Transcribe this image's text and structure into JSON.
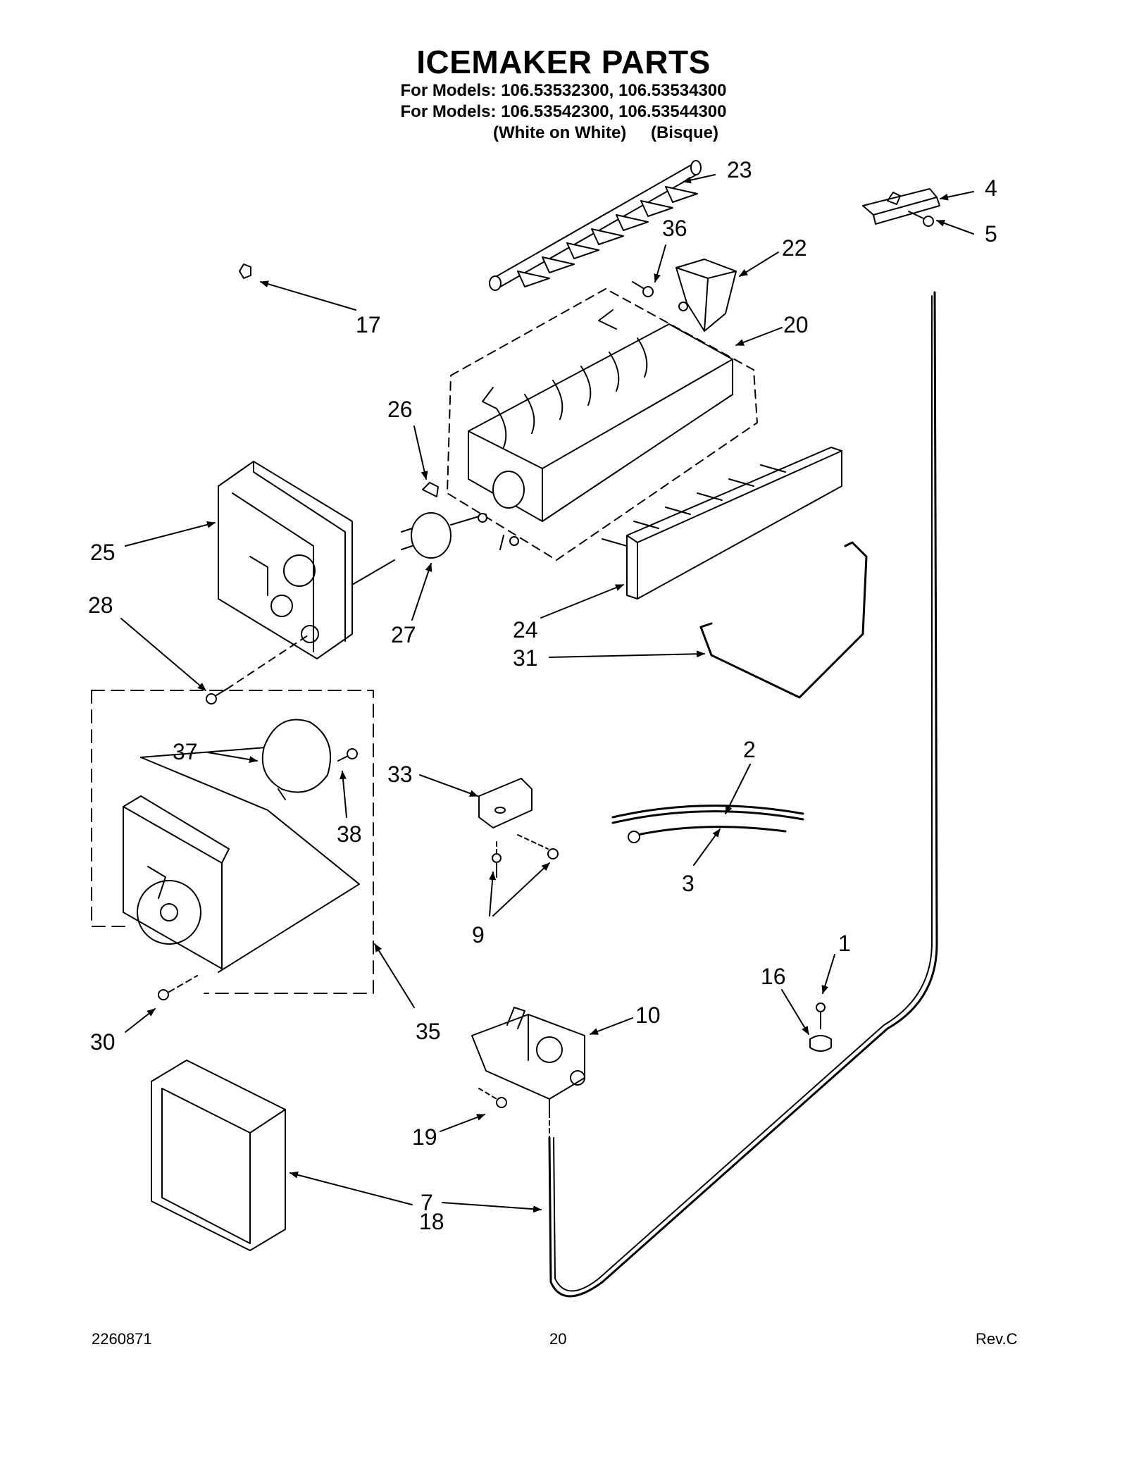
{
  "header": {
    "title": "ICEMAKER PARTS",
    "models_line_1": "For Models: 106.53532300, 106.53534300",
    "models_line_2": "For Models: 106.53542300, 106.53544300",
    "color_1": "(White on White)",
    "color_2": "(Bisque)"
  },
  "callouts": {
    "c1": "1",
    "c2": "2",
    "c3": "3",
    "c4": "4",
    "c5": "5",
    "c7": "7",
    "c9": "9",
    "c10": "10",
    "c16": "16",
    "c17": "17",
    "c18": "18",
    "c19": "19",
    "c20": "20",
    "c22": "22",
    "c23": "23",
    "c24": "24",
    "c25": "25",
    "c26": "26",
    "c27": "27",
    "c28": "28",
    "c30": "30",
    "c31": "31",
    "c33": "33",
    "c35": "35",
    "c36": "36",
    "c37": "37",
    "c38": "38"
  },
  "footer": {
    "doc_number": "2260871",
    "page_number": "20",
    "revision": "Rev.C"
  }
}
